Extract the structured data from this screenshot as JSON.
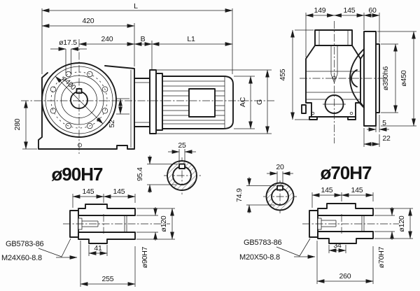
{
  "drawing": {
    "main_view": {
      "overall": "L",
      "housing_len": "420",
      "center_to_face": "240",
      "b": "B",
      "motor_len": "L1",
      "hole": "ø17.5",
      "bolt_circle": "ø400",
      "height": "280",
      "step": "52",
      "ac": "AC",
      "g": "G"
    },
    "side_view": {
      "w1": "149",
      "w2": "145",
      "w3": "60",
      "h": "455",
      "spigot": "ø350h6",
      "flange_od": "ø450",
      "lip": "5",
      "thick": "22"
    },
    "shaft_detail_90": {
      "title": "ø90H7",
      "key_w": "25",
      "key_h": "95.4",
      "l1": "145",
      "l2": "145",
      "boss": "41",
      "len": "255",
      "od": "ø120",
      "bore": "ø90H7",
      "std": "GB5783-86",
      "bolt": "M24X60-8.8"
    },
    "shaft_detail_70": {
      "title": "ø70H7",
      "key_w": "20",
      "key_h": "74.9",
      "l1": "145",
      "l2": "145",
      "boss": "34",
      "len": "260",
      "od": "ø120",
      "bore": "ø70H7",
      "std": "GB5783-86",
      "bolt": "M20X50-8.8"
    }
  }
}
